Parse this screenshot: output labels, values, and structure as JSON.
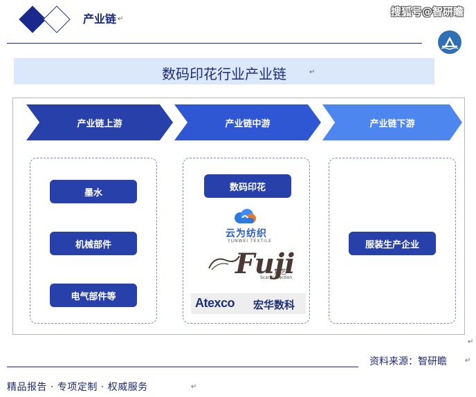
{
  "header": {
    "title": "产业链",
    "watermark": "搜狐号@智研瞻"
  },
  "main_title": "数码印花行业产业链",
  "stages": [
    {
      "label": "产业链上游",
      "color": "#2840aa"
    },
    {
      "label": "产业链中游",
      "color": "#2f57d3"
    },
    {
      "label": "产业链下游",
      "color": "#4e86f0"
    }
  ],
  "upstream": {
    "items": [
      "墨水",
      "机械部件",
      "电气部件等"
    ]
  },
  "midstream": {
    "label": "数码印花",
    "logos": [
      {
        "name": "云为纺织",
        "sub": "YUNWEI TEXTILE"
      },
      {
        "name": "Fuji",
        "cn": "梵艺",
        "sub": "Scarf collection"
      },
      {
        "name": "Atexco",
        "cn": "宏华数科"
      }
    ]
  },
  "downstream": {
    "items": [
      "服装生产企业"
    ]
  },
  "footer": {
    "source": "资料来源：智研瞻",
    "slogan": "精品报告 · 专项定制 · 权威服务"
  }
}
